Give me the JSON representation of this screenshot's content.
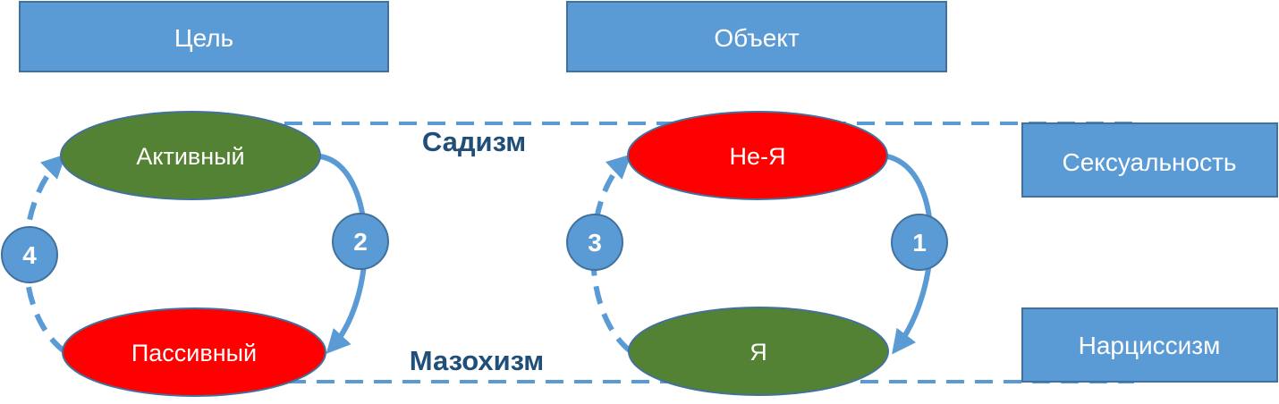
{
  "headers": {
    "goal": "Цель",
    "object": "Объект"
  },
  "categories": {
    "sexuality": "Сексуальность",
    "narcissism": "Нарциссизм"
  },
  "nodes": {
    "active": "Активный",
    "passive": "Пассивный",
    "not_self": "Не-Я",
    "self": "Я"
  },
  "relations": {
    "sadism": "Садизм",
    "masochism": "Мазохизм"
  },
  "steps": [
    "1",
    "2",
    "3",
    "4"
  ],
  "colors": {
    "box": "#5b9bd5",
    "box_border": "#41719c",
    "green": "#548235",
    "red": "#ff0000",
    "arrow": "#5b9bd5",
    "relation_text": "#1f4e79"
  }
}
